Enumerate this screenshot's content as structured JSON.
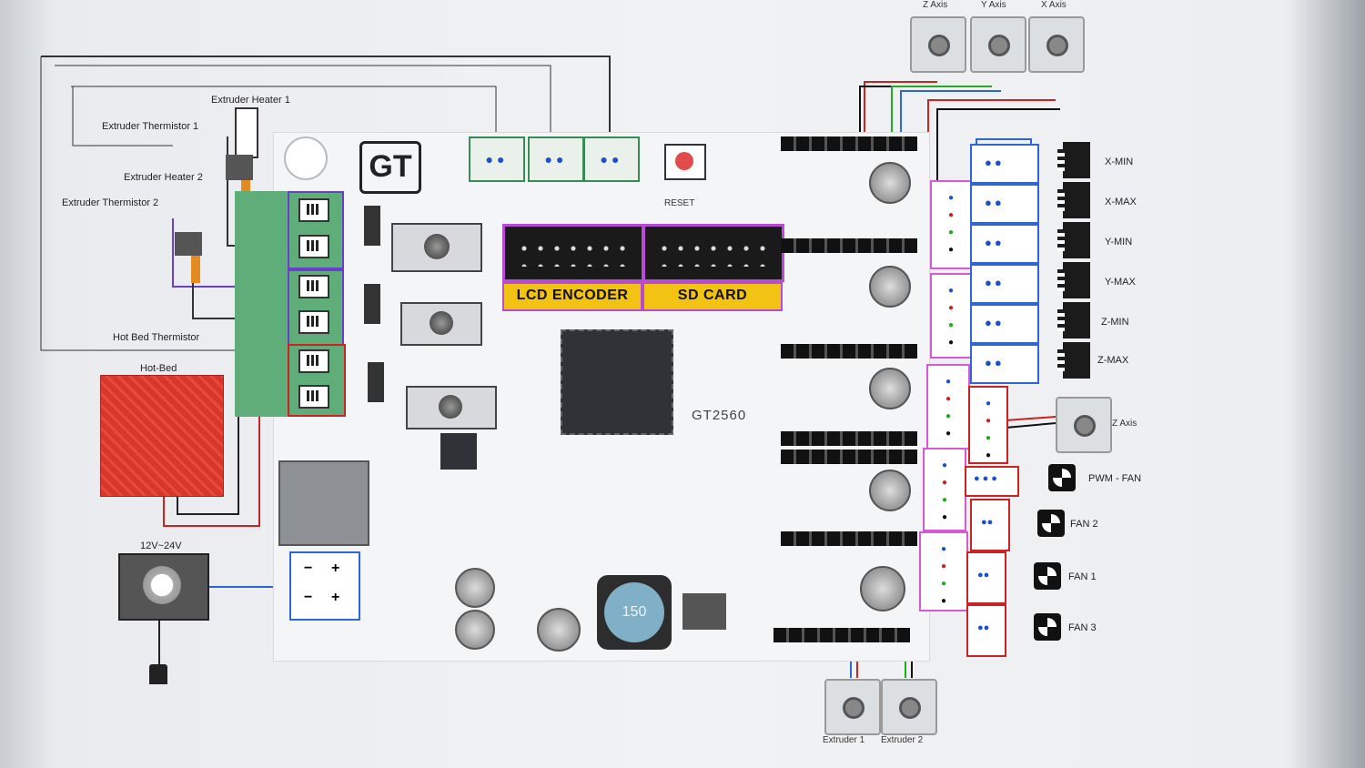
{
  "labels": {
    "extruder_heater_1": "Extruder Heater 1",
    "extruder_thermistor_1": "Extruder Thermistor 1",
    "extruder_heater_2": "Extruder Heater 2",
    "extruder_thermistor_2": "Extruder Thermistor 2",
    "hot_bed_thermistor": "Hot Bed Thermistor",
    "hot_bed": "Hot-Bed",
    "psu": "12V~24V",
    "lcd_encoder": "LCD ENCODER",
    "sd_card": "SD CARD",
    "board_model": "GT2560",
    "inductor": "150",
    "reset": "RESET"
  },
  "axes": {
    "z_axis": "Z Axis",
    "y_axis": "Y Axis",
    "x_axis": "X Axis",
    "z_axis_right": "Z Axis",
    "extruder_1": "Extruder 1",
    "extruder_2": "Extruder 2"
  },
  "endstops": [
    "X-MIN",
    "X-MAX",
    "Y-MIN",
    "Y-MAX",
    "Z-MIN",
    "Z-MAX"
  ],
  "fans": [
    "PWM - FAN",
    "FAN 2",
    "FAN 1",
    "FAN 3"
  ],
  "psu_terminal": {
    "minus": "−",
    "plus": "+"
  },
  "colors": {
    "terminal_green": "#5fae7a",
    "header_border": "#b84ad6",
    "label_yellow": "#f2c312",
    "endstop_blue": "#2f66d6",
    "hot_bed_red": "#d9352a",
    "fan_red": "#cc2222"
  }
}
